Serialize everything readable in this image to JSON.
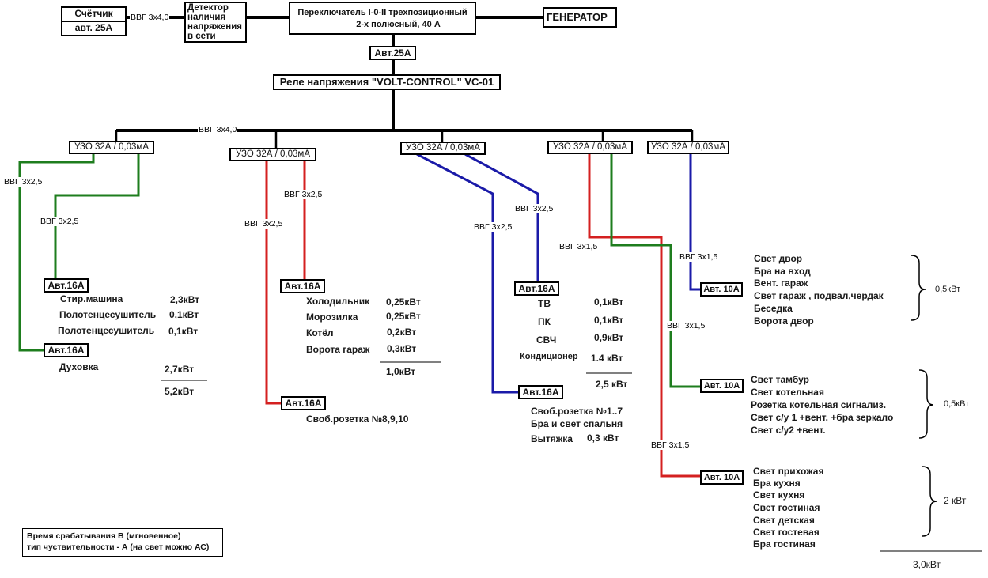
{
  "top": {
    "meter_title": "Счётчик",
    "meter_breaker": "авт. 25А",
    "meter_cable": "ВВГ 3х4,0",
    "detector_lines": [
      "Детектор",
      "наличия",
      "напряжения",
      "в сети"
    ],
    "switch_line1": "Переключатель I-0-II трехпозиционный",
    "switch_line2": "2-х полюсный, 40 А",
    "generator": "ГЕНЕРАТОР",
    "main_breaker": "Авт.25А",
    "relay": "Реле напряжения \"VOLT-CONTROL\" VC-01",
    "bus_cable": "ВВГ 3х4,0"
  },
  "rcds": [
    {
      "label": "УЗО 32А / 0,03мА"
    },
    {
      "label": "УЗО 32А / 0,03мА"
    },
    {
      "label": "УЗО 32А / 0,03мА"
    },
    {
      "label": "УЗО 32А / 0,03мА"
    },
    {
      "label": "УЗО 32А / 0,03мА"
    }
  ],
  "group1": {
    "cable_a": "ВВГ 3х2,5",
    "cable_b": "ВВГ 3х2,5",
    "breaker_a": "Авт.16А",
    "loads_a": [
      {
        "name": "Стир.машина",
        "power": "2,3кВт"
      },
      {
        "name": "Полотенцесушитель",
        "power": "0,1кВт"
      },
      {
        "name": "Полотенцесушитель",
        "power": "0,1кВт"
      }
    ],
    "breaker_b": "Авт.16А",
    "loads_b": [
      {
        "name": "Духовка",
        "power": "2,7кВт"
      }
    ],
    "total": "5,2кВт"
  },
  "group2": {
    "cable_a": "ВВГ 3х2,5",
    "cable_b": "ВВГ 3х2,5",
    "breaker_a": "Авт.16А",
    "loads_a": [
      {
        "name": "Холодильник",
        "power": "0,25кВт"
      },
      {
        "name": "Морозилка",
        "power": "0,25кВт"
      },
      {
        "name": "Котёл",
        "power": "0,2кВт"
      },
      {
        "name": "Ворота гараж",
        "power": "0,3кВт"
      }
    ],
    "total": "1,0кВт",
    "breaker_b": "Авт.16А",
    "loads_b": [
      "Своб.розетка №8,9,10"
    ]
  },
  "group3": {
    "cable_a": "ВВГ 3х2,5",
    "cable_b": "ВВГ 3х2,5",
    "breaker_a": "Авт.16А",
    "loads_a": [
      {
        "name": "ТВ",
        "power": "0,1кВт"
      },
      {
        "name": "ПК",
        "power": "0,1кВт"
      },
      {
        "name": "СВЧ",
        "power": "0,9кВт"
      },
      {
        "name": "Кондиционер",
        "power": "1.4 кВт"
      }
    ],
    "total": "2,5 кВт",
    "breaker_b": "Авт.16А",
    "loads_b": [
      "Своб.розетка №1..7",
      "Бра и свет спальня",
      "Вытяжка"
    ],
    "hood_power": "0,3 кВт"
  },
  "group4": {
    "cable_a": "ВВГ 3х1,5",
    "cable_b": "ВВГ 3х1,5",
    "cable_c": "ВВГ 3х1,5",
    "breaker_a": "Авт. 10А",
    "loads_a": [
      "Свет тамбур",
      "Свет котельная",
      "Розетка котельная сигнализ.",
      "Свет с/у 1 +вент. +бра зеркало",
      "Свет с/у2 +вент."
    ],
    "power_a": "0,5кВт",
    "breaker_b": "Авт. 10А",
    "loads_b": [
      "Свет прихожая",
      "Бра кухня",
      "Свет кухня",
      "Свет гостиная",
      "Свет детская",
      "Свет гостевая",
      "Бра гостиная"
    ],
    "power_b": "2 кВт"
  },
  "group5": {
    "cable": "ВВГ 3х1,5",
    "breaker": "Авт. 10А",
    "loads": [
      "Свет двор",
      "Бра на вход",
      "Вент. гараж",
      "Свет гараж , подвал,чердак",
      "Беседка",
      "Ворота двор"
    ],
    "power": "0,5кВт"
  },
  "grand_total": "3,0кВт",
  "note_lines": [
    "Время срабатывания В (мгновенное)",
    "тип чуствительности - А (на свет можно АС)"
  ],
  "colors": {
    "black": "#000000",
    "green": "#1e7d1e",
    "red": "#d42020",
    "blue": "#1a1aa8"
  }
}
